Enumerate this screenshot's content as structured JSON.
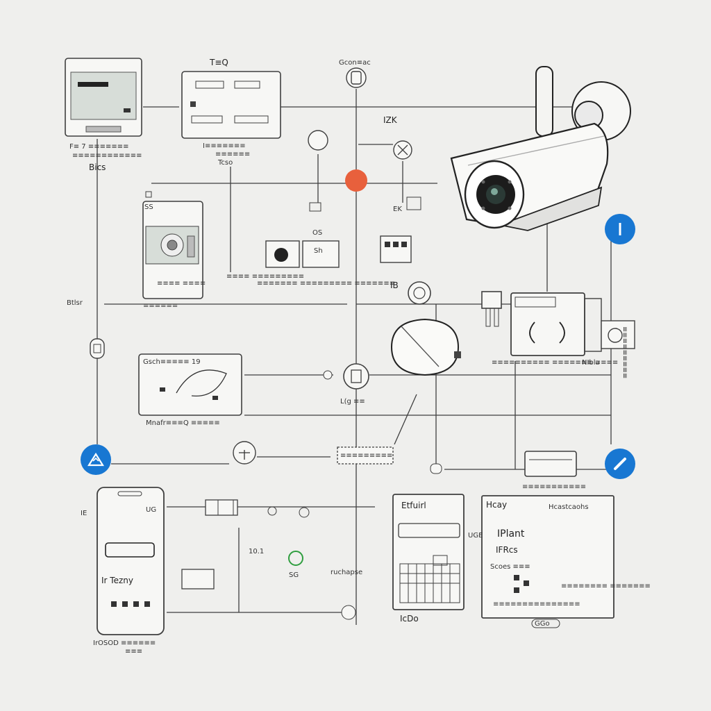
{
  "labels": {
    "top_center": "T≡Q",
    "top_pill": "Gcon≡ac",
    "izk": "IZK",
    "bics": "Bics",
    "panel_a_caption": "F≡ 7 ≡≡≡≡≡≡≡",
    "panel_a_sub": "≡≡≡≡≡≡≡≡≡≡≡≡",
    "panel_b_caption": "I≡≡≡≡≡≡≡",
    "panel_b_sub": "≡≡≡≡≡≡",
    "panel_b_sub2": "Tcso",
    "left_side": "Btlsr",
    "ss": "SS",
    "camera_small_caption": "≡≡≡≡ ≡≡≡≡",
    "camera_row_caption": "≡≡≡≡ ≡≡≡≡≡≡≡≡≡",
    "camera_row_caption2": "≡≡≡≡≡≡≡ ≡≡≡≡≡≡≡≡≡ ≡≡≡≡≡≡≡",
    "camera_row_caption3": "≡≡≡≡≡≡",
    "os": "OS",
    "six": "Sh",
    "ekd": "EK",
    "ib": "IB",
    "board_caption": "≡≡≡≡≡≡≡≡≡≡ ≡≡≡≡≡≡≡ ≡≡≡≡",
    "board_caption2": "NIbla",
    "right_vert": "≡≡≡≡≡≡≡≡≡",
    "mid_left_title": "Gsch≡≡≡≡≡ 19",
    "mid_left_caption": "Mnafr≡≡≡Q ≡≡≡≡≡",
    "router_label": "L(g ≡≡",
    "dotted_box": "≡≡≡≡≡≡≡≡≡",
    "drive_caption": "≡≡≡≡≡≡≡≡≡≡≡",
    "bottom_ie": "IE",
    "bottom_ug": "UG",
    "phone_text": "Ir  Tezny",
    "phone_caption": "IrOSOD ≡≡≡≡≡≡",
    "phone_caption2": "≡≡≡",
    "bottom_mid_num": "10.1",
    "bottom_mid_sg": "SG",
    "bottom_mid_text": "ruchapse",
    "bottom_tablet_title": "Etfuirl",
    "bottom_tablet_caption": "IcDo",
    "bottom_tablet_side": "UGE",
    "right_panel_title": "Hcay",
    "right_panel_head2": "Hcastcaohs",
    "right_panel_h1": "IPlant",
    "right_panel_h2": "IFRcs",
    "right_panel_h3": "Scoes ≡≡≡",
    "right_panel_note": "≡≡≡≡≡≡≡≡ ≡≡≡≡≡≡≡",
    "right_panel_footer": "≡≡≡≡≡≡≡≡≡≡≡≡≡≡≡",
    "right_panel_cap": "GGo"
  },
  "colors": {
    "background": "#efefed",
    "line": "#3f3f3f",
    "badge_blue": "#1877d2",
    "accent_orange": "#e8603c",
    "accent_green": "#2f9e3f",
    "panel_fill": "#f7f7f5",
    "screen_fill": "#d7ddd8"
  },
  "icons": {
    "badge_top_right": "info-icon",
    "badge_mid_left": "warning-triangle-icon",
    "badge_mid_right": "pencil-icon",
    "hero": "security-camera-icon"
  }
}
